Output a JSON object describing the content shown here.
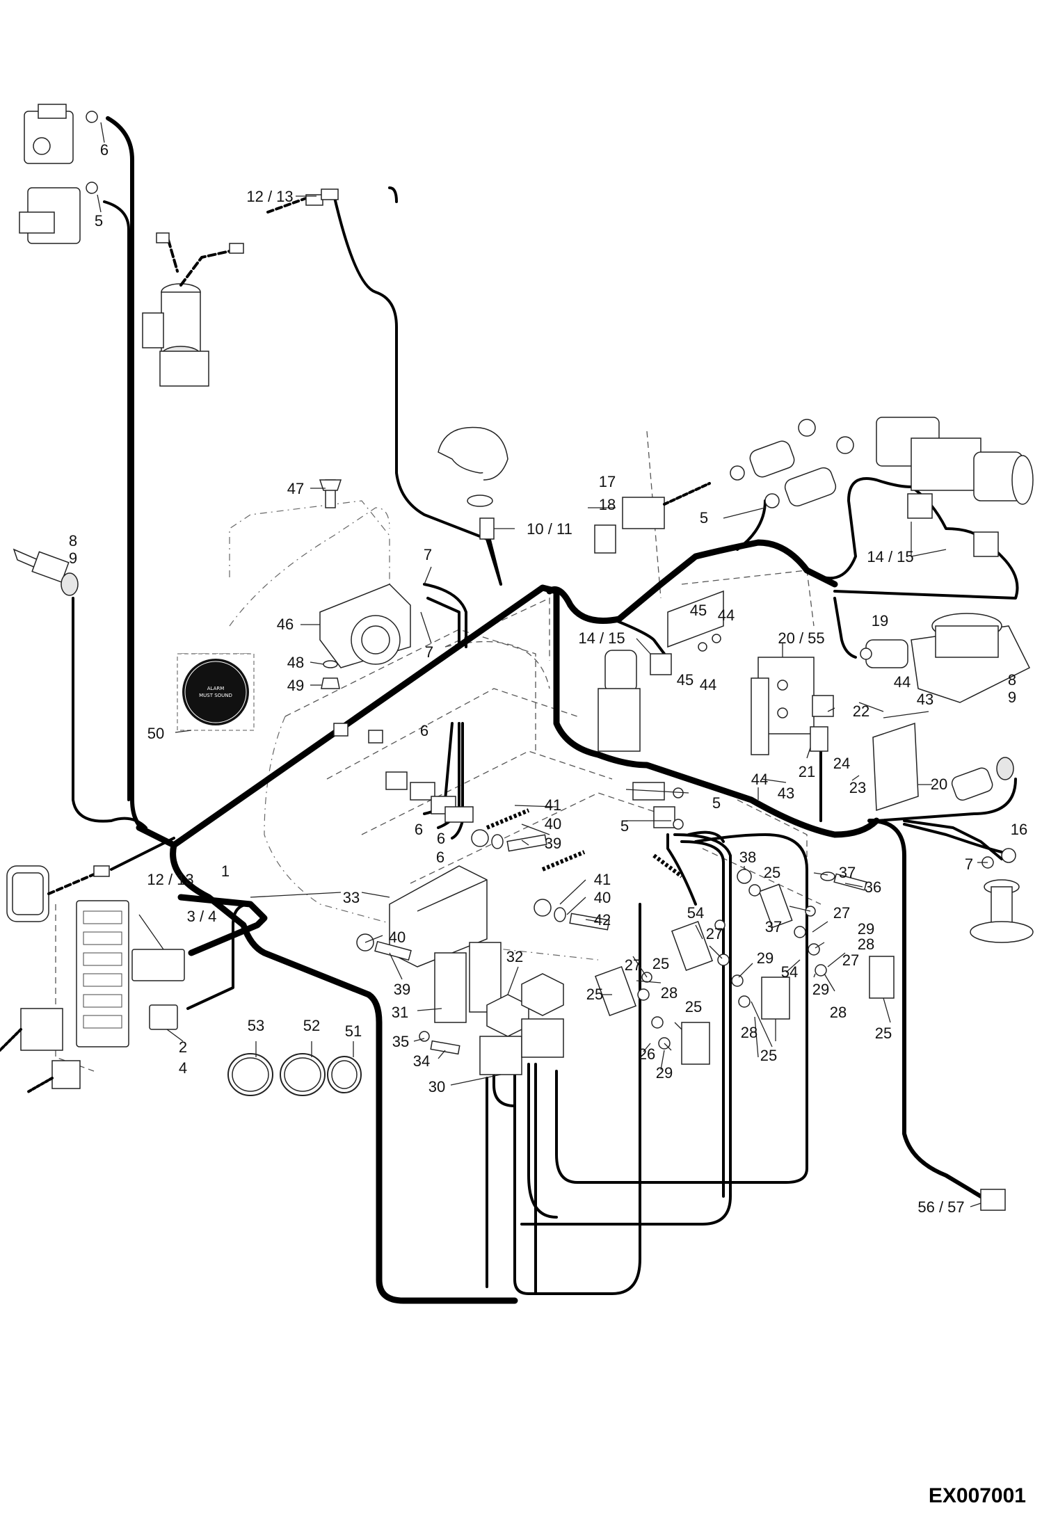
{
  "drawing_code": "EX007001",
  "sticker": {
    "line1": "ALARM",
    "line2": "MUST SOUND"
  },
  "part_labels": [
    {
      "id": "p6a",
      "text": "6"
    },
    {
      "id": "p5a",
      "text": "5"
    },
    {
      "id": "p1213a",
      "text": "12 / 13"
    },
    {
      "id": "p47",
      "text": "47"
    },
    {
      "id": "p46",
      "text": "46"
    },
    {
      "id": "p7a",
      "text": "7"
    },
    {
      "id": "p7b",
      "text": "7"
    },
    {
      "id": "p48",
      "text": "48"
    },
    {
      "id": "p49",
      "text": "49"
    },
    {
      "id": "p50",
      "text": "50"
    },
    {
      "id": "p8a",
      "text": "8"
    },
    {
      "id": "p9a",
      "text": "9"
    },
    {
      "id": "p1011",
      "text": "10 / 11"
    },
    {
      "id": "p17",
      "text": "17"
    },
    {
      "id": "p18",
      "text": "18"
    },
    {
      "id": "p5b",
      "text": "5"
    },
    {
      "id": "p1415a",
      "text": "14 / 15"
    },
    {
      "id": "p1415b",
      "text": "14 / 15"
    },
    {
      "id": "p45a",
      "text": "45"
    },
    {
      "id": "p44a",
      "text": "44"
    },
    {
      "id": "p45b",
      "text": "45"
    },
    {
      "id": "p44b",
      "text": "44"
    },
    {
      "id": "p2055",
      "text": "20 / 55"
    },
    {
      "id": "p19",
      "text": "19"
    },
    {
      "id": "p44c",
      "text": "44"
    },
    {
      "id": "p43a",
      "text": "43"
    },
    {
      "id": "p8b",
      "text": "8"
    },
    {
      "id": "p9b",
      "text": "9"
    },
    {
      "id": "p22",
      "text": "22"
    },
    {
      "id": "p44d",
      "text": "44"
    },
    {
      "id": "p43b",
      "text": "43"
    },
    {
      "id": "p21",
      "text": "21"
    },
    {
      "id": "p24",
      "text": "24"
    },
    {
      "id": "p23",
      "text": "23"
    },
    {
      "id": "p20",
      "text": "20"
    },
    {
      "id": "p6b",
      "text": "6"
    },
    {
      "id": "p6c",
      "text": "6"
    },
    {
      "id": "p6d",
      "text": "6"
    },
    {
      "id": "p6e",
      "text": "6"
    },
    {
      "id": "p41a",
      "text": "41"
    },
    {
      "id": "p40a",
      "text": "40"
    },
    {
      "id": "p39a",
      "text": "39"
    },
    {
      "id": "p5c",
      "text": "5"
    },
    {
      "id": "p5d",
      "text": "5"
    },
    {
      "id": "p16",
      "text": "16"
    },
    {
      "id": "p7c",
      "text": "7"
    },
    {
      "id": "p1213b",
      "text": "12 / 13"
    },
    {
      "id": "p1",
      "text": "1"
    },
    {
      "id": "p34a",
      "text": "3 / 4"
    },
    {
      "id": "p33",
      "text": "33"
    },
    {
      "id": "p41b",
      "text": "41"
    },
    {
      "id": "p40b",
      "text": "40"
    },
    {
      "id": "p42",
      "text": "42"
    },
    {
      "id": "p38",
      "text": "38"
    },
    {
      "id": "p25a",
      "text": "25"
    },
    {
      "id": "p37a",
      "text": "37"
    },
    {
      "id": "p36",
      "text": "36"
    },
    {
      "id": "p37b",
      "text": "37"
    },
    {
      "id": "p27a",
      "text": "27"
    },
    {
      "id": "p29a",
      "text": "29"
    },
    {
      "id": "p28a",
      "text": "28"
    },
    {
      "id": "p27b",
      "text": "27"
    },
    {
      "id": "p54a",
      "text": "54"
    },
    {
      "id": "p27c",
      "text": "27"
    },
    {
      "id": "p29b",
      "text": "29"
    },
    {
      "id": "p54b",
      "text": "54"
    },
    {
      "id": "p29c",
      "text": "29"
    },
    {
      "id": "p28b",
      "text": "28"
    },
    {
      "id": "p25b",
      "text": "25"
    },
    {
      "id": "p40c",
      "text": "40"
    },
    {
      "id": "p39b",
      "text": "39"
    },
    {
      "id": "p31",
      "text": "31"
    },
    {
      "id": "p32",
      "text": "32"
    },
    {
      "id": "p27d",
      "text": "27"
    },
    {
      "id": "p25c",
      "text": "25"
    },
    {
      "id": "p25d",
      "text": "25"
    },
    {
      "id": "p28c",
      "text": "28"
    },
    {
      "id": "p25e",
      "text": "25"
    },
    {
      "id": "p28d",
      "text": "28"
    },
    {
      "id": "p25f",
      "text": "25"
    },
    {
      "id": "p2",
      "text": "2"
    },
    {
      "id": "p4",
      "text": "4"
    },
    {
      "id": "p53",
      "text": "53"
    },
    {
      "id": "p52",
      "text": "52"
    },
    {
      "id": "p51",
      "text": "51"
    },
    {
      "id": "p35",
      "text": "35"
    },
    {
      "id": "p34b",
      "text": "34"
    },
    {
      "id": "p30",
      "text": "30"
    },
    {
      "id": "p26",
      "text": "26"
    },
    {
      "id": "p29d",
      "text": "29"
    },
    {
      "id": "p5657",
      "text": "56 / 57"
    }
  ]
}
